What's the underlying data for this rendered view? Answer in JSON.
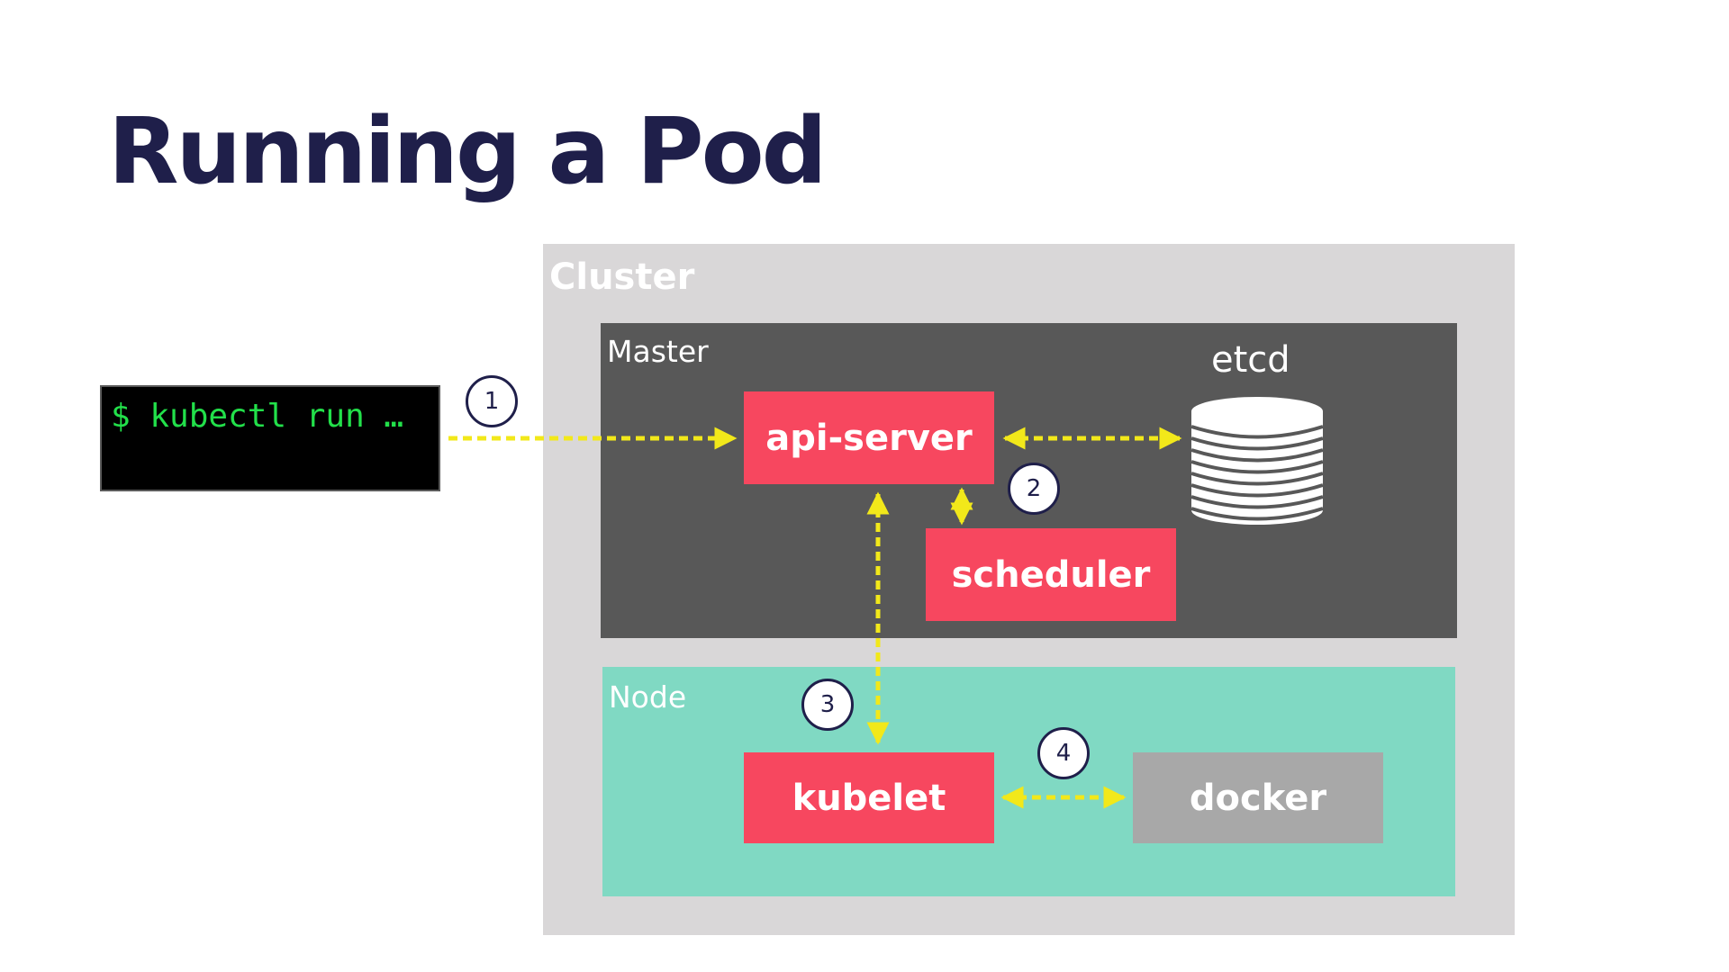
{
  "slide": {
    "title": "Running a Pod"
  },
  "terminal": {
    "command": "$ kubectl run …"
  },
  "cluster": {
    "label": "Cluster",
    "master": {
      "label": "Master",
      "api_server": "api-server",
      "scheduler": "scheduler",
      "etcd": "etcd"
    },
    "node": {
      "label": "Node",
      "kubelet": "kubelet",
      "docker": "docker"
    }
  },
  "steps": [
    "1",
    "2",
    "3",
    "4"
  ],
  "colors": {
    "title": "#1f1f4a",
    "terminal_text": "#22e04a",
    "cluster_bg": "#d9d7d8",
    "master_bg": "#585858",
    "node_bg": "#80d9c3",
    "component": "#f7475f",
    "docker": "#a8a8a8",
    "arrow": "#f2e81a"
  },
  "icons": {
    "etcd": "database-stack-icon",
    "arrows": "dashed-double-arrow-icon"
  }
}
